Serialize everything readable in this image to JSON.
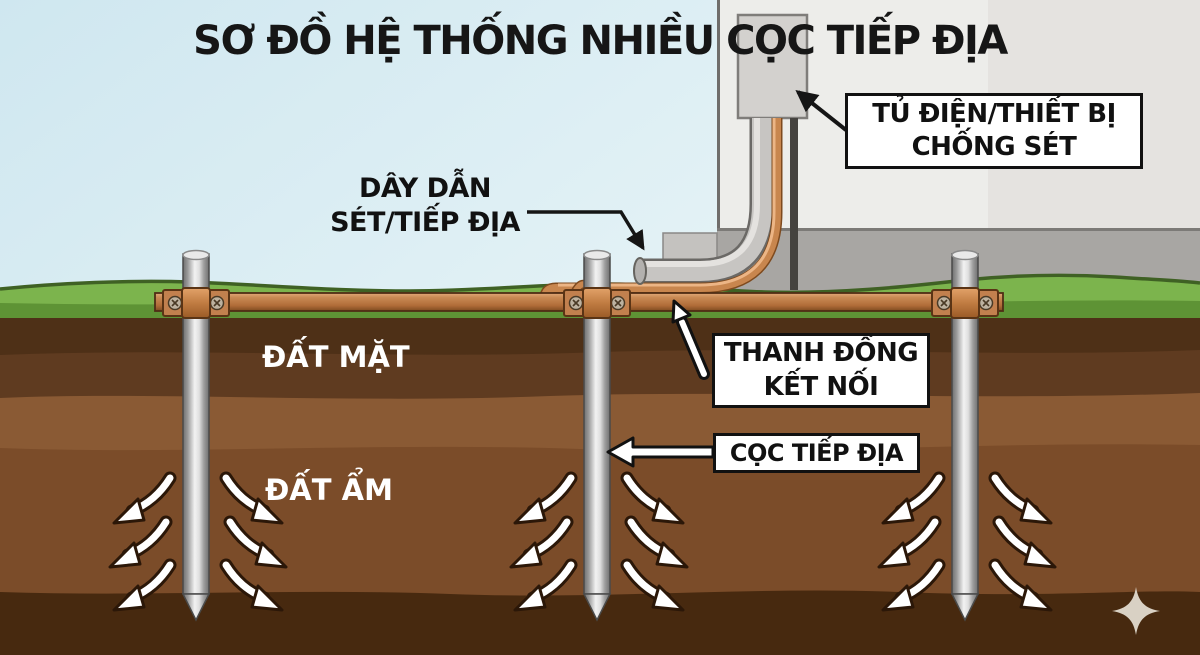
{
  "diagram": {
    "title": "SƠ ĐỒ HỆ THỐNG NHIỀU CỌC TIẾP ĐỊA",
    "callouts": {
      "panel": {
        "line1": "TỦ ĐIỆN/THIẾT BỊ",
        "line2": "CHỐNG SÉT"
      },
      "conductor": {
        "line1": "DÂY DẪN",
        "line2": "SÉT/TIẾP ĐỊA"
      },
      "busbar": {
        "line1": "THANH ĐỒNG",
        "line2": "KẾT NỐI"
      },
      "rod": {
        "label": "CỌC TIẾP ĐỊA"
      }
    },
    "soil_labels": {
      "topsoil": "ĐẤT MẶT",
      "moist_soil": "ĐẤT ẨM"
    },
    "colors": {
      "sky": "#d3eaf2",
      "wall": "#ededea",
      "foundation": "#a8a6a3",
      "panel_box": "#d3d1ce",
      "grass": "#7cb44d",
      "grass_shadow": "#5e9335",
      "topsoil": "#4e3017",
      "soil_light_band": "#8a5a34",
      "soil_moist": "#7b4c29",
      "soil_deep": "#47290f",
      "copper": "#c8864e",
      "rod_metal": "#d9d9d9",
      "label_bg": "#ffffff",
      "label_border": "#111111",
      "text_dark": "#111111",
      "text_light": "#ffffff",
      "arrow_fill": "#ffffff",
      "arrow_outline": "#2b1708"
    }
  }
}
